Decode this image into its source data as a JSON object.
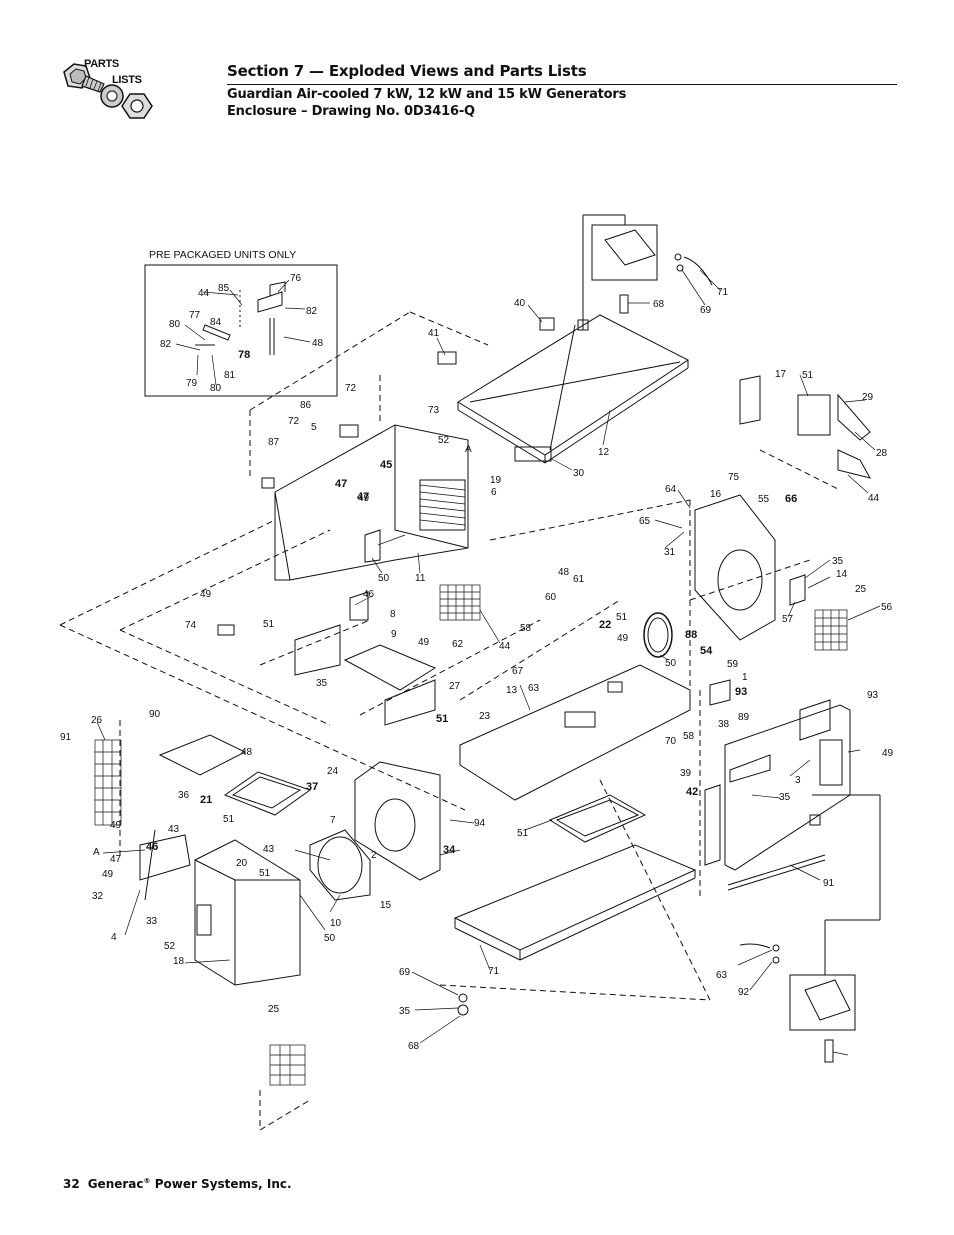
{
  "header": {
    "logo_line1": "PARTS",
    "logo_line2": "LISTS",
    "section_title": "Section 7 — Exploded Views and Parts Lists",
    "subtitle_line1": "Guardian Air-cooled 7 kW, 12 kW and 15 kW Generators",
    "subtitle_line2": "Enclosure – Drawing No. 0D3416-Q"
  },
  "drawing": {
    "inset_caption": "PRE PACKAGED UNITS ONLY",
    "callouts": [
      "85",
      "76",
      "44",
      "82",
      "77",
      "84",
      "48",
      "80",
      "78",
      "82",
      "81",
      "79",
      "80",
      "40",
      "68",
      "71",
      "69",
      "41",
      "72",
      "86",
      "73",
      "52",
      "72",
      "5",
      "87",
      "45",
      "A",
      "47",
      "19",
      "6",
      "12",
      "30",
      "17",
      "51",
      "29",
      "28",
      "44",
      "47",
      "49",
      "75",
      "55",
      "66",
      "16",
      "64",
      "65",
      "31",
      "50",
      "11",
      "46",
      "49",
      "8",
      "74",
      "51",
      "9",
      "49",
      "35",
      "27",
      "62",
      "44",
      "60",
      "48",
      "61",
      "51",
      "22",
      "49",
      "50",
      "88",
      "54",
      "35",
      "14",
      "25",
      "57",
      "56",
      "58",
      "67",
      "63",
      "59",
      "1",
      "93",
      "13",
      "93",
      "89",
      "38",
      "70",
      "58",
      "39",
      "42",
      "3",
      "35",
      "49",
      "26",
      "90",
      "91",
      "51",
      "23",
      "48",
      "37",
      "24",
      "36",
      "21",
      "51",
      "51",
      "7",
      "94",
      "34",
      "2",
      "43",
      "A",
      "49",
      "43",
      "46",
      "47",
      "49",
      "32",
      "33",
      "20",
      "51",
      "4",
      "52",
      "18",
      "50",
      "10",
      "15",
      "91",
      "71",
      "69",
      "63",
      "92",
      "35",
      "68",
      "25"
    ]
  },
  "footer": {
    "page_number": "32",
    "company": "Generac",
    "reg_mark": "®",
    "company_rest": " Power Systems, Inc."
  }
}
